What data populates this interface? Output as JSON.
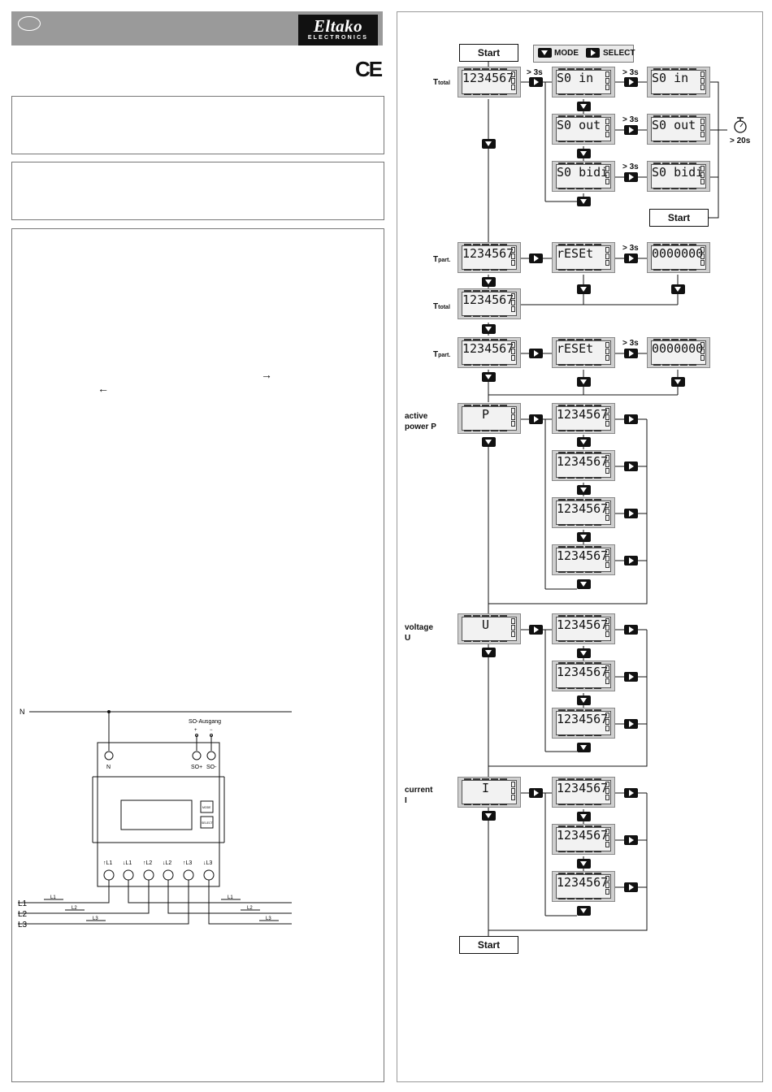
{
  "brand": {
    "logo_text": "Eltako",
    "logo_sub": "ELECTRONICS",
    "ce_mark": "CE"
  },
  "left": {
    "arrow_right": "→",
    "arrow_left": "←",
    "wiring": {
      "n_line": "N",
      "so_heading": "SO-Ausgang",
      "so_plus_sign": "+",
      "so_minus_sign": "−",
      "n_terminal": "N",
      "so_plus": "SO+",
      "so_minus": "SO-",
      "mode_btn": "MODE",
      "select_btn": "SELECT",
      "terminals": [
        "↑L1",
        "↓L1",
        "↑L2",
        "↓L2",
        "↑L3",
        "↓L3"
      ],
      "lines": [
        "L1",
        "L2",
        "L3"
      ],
      "flow_labels": [
        "L1",
        "L2",
        "L3",
        "L1",
        "L2",
        "L3"
      ]
    }
  },
  "right": {
    "start_top": "Start",
    "legend_mode": "MODE",
    "legend_select": "SELECT",
    "gt3": "> 3s",
    "timeout": "> 20s",
    "start_mid": "Start",
    "start_bottom": "Start",
    "labels": {
      "t_total": "T",
      "t_total_sub": "total",
      "t_part": "T",
      "t_part_sub": "part.",
      "active_power": "active",
      "active_power_2": "power P",
      "voltage": "voltage",
      "voltage_2": "U",
      "current": "current",
      "current_2": "I"
    },
    "lcd": {
      "total": "1234567",
      "so_in": "S0 in",
      "so_out": "S0 out",
      "so_bidi": "S0 bidi",
      "reset": "rESEt",
      "zero": "0000000",
      "p": "P",
      "u": "U",
      "i": "I",
      "value": "1234567"
    }
  }
}
